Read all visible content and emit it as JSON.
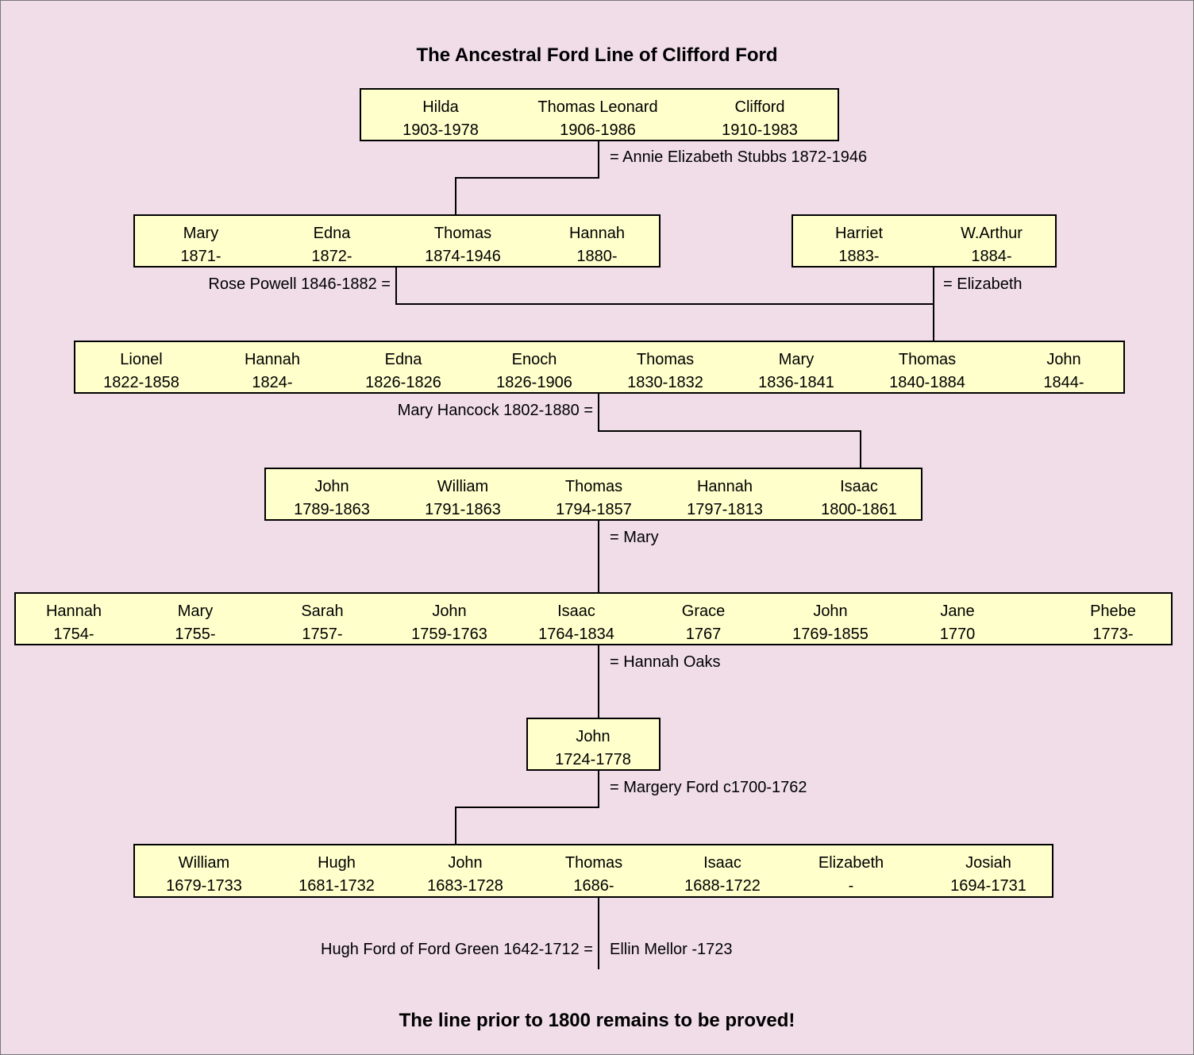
{
  "title": "The Ancestral Ford Line of Clifford Ford",
  "footer": "The line prior to 1800 remains to be proved!",
  "generations": [
    {
      "people": [
        {
          "name": "Hilda",
          "dates": "1903-1978"
        },
        {
          "name": "Thomas Leonard",
          "dates": "1906-1986"
        },
        {
          "name": "Clifford",
          "dates": "1910-1983"
        }
      ]
    },
    {
      "people": [
        {
          "name": "Mary",
          "dates": "1871-"
        },
        {
          "name": "Edna",
          "dates": "1872-"
        },
        {
          "name": "Thomas",
          "dates": "1874-1946"
        },
        {
          "name": "Hannah",
          "dates": "1880-"
        }
      ]
    },
    {
      "people": [
        {
          "name": "Harriet",
          "dates": "1883-"
        },
        {
          "name": "W.Arthur",
          "dates": "1884-"
        }
      ]
    },
    {
      "people": [
        {
          "name": "Lionel",
          "dates": "1822-1858"
        },
        {
          "name": "Hannah",
          "dates": "1824-"
        },
        {
          "name": "Edna",
          "dates": "1826-1826"
        },
        {
          "name": "Enoch",
          "dates": "1826-1906"
        },
        {
          "name": "Thomas",
          "dates": "1830-1832"
        },
        {
          "name": "Mary",
          "dates": "1836-1841"
        },
        {
          "name": "Thomas",
          "dates": "1840-1884"
        },
        {
          "name": "John",
          "dates": "1844-"
        }
      ]
    },
    {
      "people": [
        {
          "name": "John",
          "dates": "1789-1863"
        },
        {
          "name": "William",
          "dates": "1791-1863"
        },
        {
          "name": "Thomas",
          "dates": "1794-1857"
        },
        {
          "name": "Hannah",
          "dates": "1797-1813"
        },
        {
          "name": "Isaac",
          "dates": "1800-1861"
        }
      ]
    },
    {
      "people": [
        {
          "name": "Hannah",
          "dates": "1754-"
        },
        {
          "name": "Mary",
          "dates": "1755-"
        },
        {
          "name": "Sarah",
          "dates": "1757-"
        },
        {
          "name": "John",
          "dates": "1759-1763"
        },
        {
          "name": "Isaac",
          "dates": "1764-1834"
        },
        {
          "name": "Grace",
          "dates": "1767"
        },
        {
          "name": "John",
          "dates": "1769-1855"
        },
        {
          "name": "Jane",
          "dates": "1770"
        },
        {
          "name": "Phebe",
          "dates": "1773-"
        }
      ]
    },
    {
      "people": [
        {
          "name": "John",
          "dates": "1724-1778"
        }
      ]
    },
    {
      "people": [
        {
          "name": "William",
          "dates": "1679-1733"
        },
        {
          "name": "Hugh",
          "dates": "1681-1732"
        },
        {
          "name": "John",
          "dates": "1683-1728"
        },
        {
          "name": "Thomas",
          "dates": "1686-"
        },
        {
          "name": "Isaac",
          "dates": "1688-1722"
        },
        {
          "name": "Elizabeth",
          "dates": "-"
        },
        {
          "name": "Josiah",
          "dates": "1694-1731"
        }
      ]
    }
  ],
  "spouses": {
    "annie": "= Annie Elizabeth Stubbs 1872-1946",
    "rose": "Rose Powell 1846-1882 =",
    "elizabeth": "= Elizabeth",
    "mary_hancock": "Mary Hancock 1802-1880 =",
    "mary": "= Mary",
    "hannah_oaks": "= Hannah Oaks",
    "margery": "= Margery Ford c1700-1762",
    "hugh": "Hugh Ford of Ford Green 1642-1712 =",
    "ellin": "Ellin Mellor -1723"
  }
}
